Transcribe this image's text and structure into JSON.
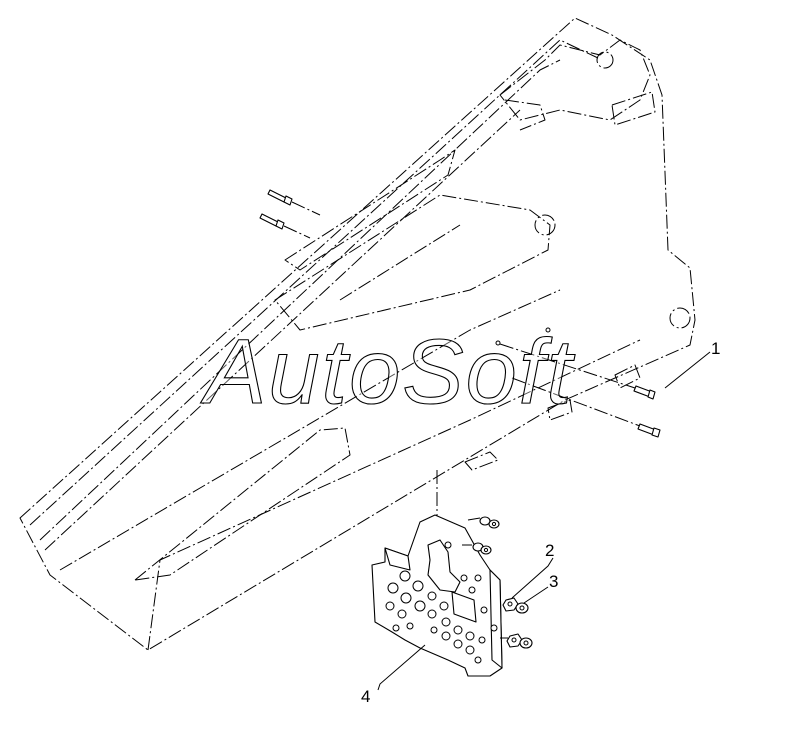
{
  "watermark": {
    "text": "AutoSoft"
  },
  "callouts": [
    {
      "id": "1",
      "label": "1"
    },
    {
      "id": "2",
      "label": "2"
    },
    {
      "id": "3",
      "label": "3"
    },
    {
      "id": "4",
      "label": "4"
    }
  ],
  "colors": {
    "line": "#000000",
    "background": "#ffffff"
  }
}
